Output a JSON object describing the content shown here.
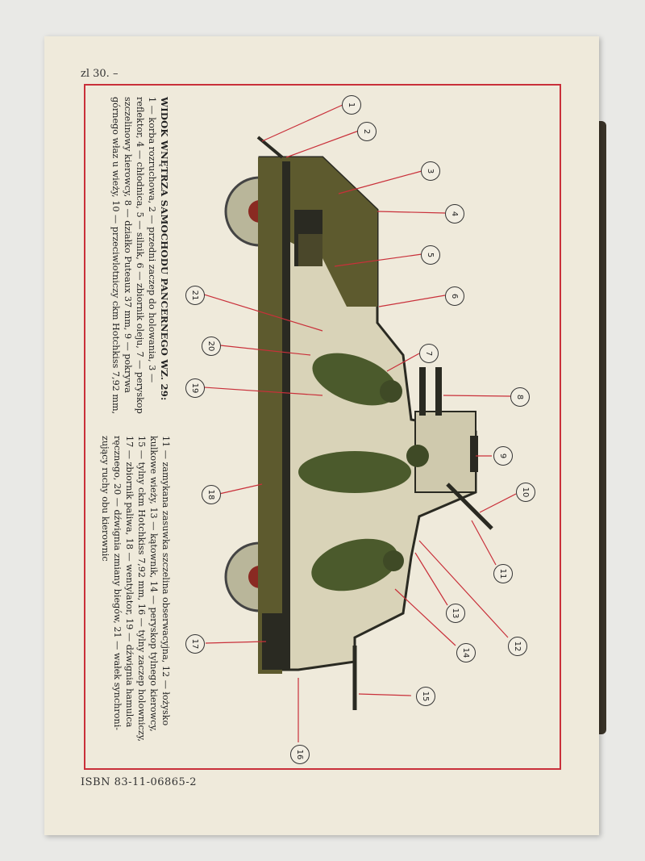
{
  "price": "zl 30. –",
  "isbn": "ISBN 83-11-06865-2",
  "caption": {
    "title": "WIDOK WNĘTRZA SAMOCHODU PANCERNEGO WZ. 29:",
    "col1_lines": [
      "1 — korba rozruchowa, 2 — przedni zaczep do holowania, 3 —",
      "reflektor, 4 — chłodnica, 5 — silnik, 6 — zbiornik oleju, 7 — peryskop",
      "szczelinowy kierowcy, 8 — działko Puteaux 37 mm, 9 — pokrywa",
      "górnego właz u wieży, 10 — przeciwlotniczy ckm Hotchkiss 7,92 mm,"
    ],
    "col2_lines": [
      "11 — zamykana zasuwka szczelina obserwacyjna, 12 — łożysko",
      "kulkowe wieży, 13 — kątownik, 14 — peryskop tylnego kierowcy,",
      "15 — tylny ckm Hotchkiss 7,92 mm, 16 — tylny zaczep holowniczy,",
      "17 — zbiornik paliwa, 18 — wentylator, 19 — dźwignia hamulca",
      "ręcznego, 20 — dźwignia zmiany biegów, 21 — wałek synchroni-",
      "zujący ruchy obu kierownic"
    ]
  },
  "callouts": [
    "1",
    "2",
    "3",
    "4",
    "5",
    "6",
    "7",
    "8",
    "9",
    "10",
    "11",
    "12",
    "13",
    "14",
    "15",
    "16",
    "17",
    "18",
    "19",
    "20",
    "21"
  ],
  "colors": {
    "frame": "#c9303a",
    "hull": "#5d5a2e",
    "interior": "#d9d3b8",
    "dark": "#2a2a22"
  }
}
